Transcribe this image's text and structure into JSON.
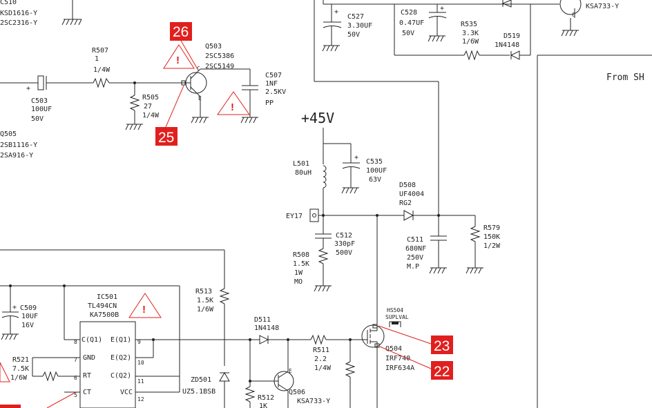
{
  "labels": {
    "from_sh": "From SH",
    "ksd1616": "KSD1616-Y",
    "sc2316": "2SC2316-Y",
    "c510": "C510",
    "q505": "Q505",
    "sb1116": "2SB1116-Y",
    "ta916": "2SA916-Y",
    "c503": [
      "C503",
      "100UF",
      "50V"
    ],
    "r507": [
      "R507",
      "1",
      "1/4W"
    ],
    "r505": [
      "R505",
      "27",
      "1/4W"
    ],
    "q503": [
      "Q503",
      "2SC5386",
      "2SC5149"
    ],
    "c507": [
      "C507",
      "1NF",
      "2.5KV",
      "PP"
    ],
    "c527": [
      "C527",
      "3.30UF",
      "50V"
    ],
    "c528": [
      "C528",
      "0.47UF",
      "50V"
    ],
    "r535": [
      "R535",
      "3.3K",
      "1/6W"
    ],
    "d519": [
      "D519",
      "1N4148"
    ],
    "ksa733_top": "KSA733-Y",
    "plus45": "+45V",
    "l501": [
      "L501",
      "80uH"
    ],
    "c535": [
      "C535",
      "100UF",
      "63V"
    ],
    "d508": [
      "D508",
      "UF4004",
      "RG2"
    ],
    "ey17": "EY17",
    "c512": [
      "C512",
      "330pF",
      "500V"
    ],
    "c511": [
      "C511",
      "680NF",
      "250V",
      "M.P"
    ],
    "r579": [
      "R579",
      "150K",
      "1/2W"
    ],
    "r508": [
      "R508",
      "1.5K",
      "1W",
      "MO"
    ],
    "c509": [
      "C509",
      "10UF",
      "16V"
    ],
    "ic501": [
      "IC501",
      "TL494CN",
      "KA7500B"
    ],
    "r513": [
      "R513",
      "1.5K",
      "1/6W"
    ],
    "d511": [
      "D511",
      "1N4148"
    ],
    "r511": [
      "R511",
      "2.2",
      "1/4W"
    ],
    "r521": [
      "R521",
      "7.5K",
      "1/6W"
    ],
    "zd501": [
      "ZD501",
      "UZ5.1BSB"
    ],
    "r512": [
      "R512",
      "1K"
    ],
    "q506": [
      "Q506",
      "KSA733-Y"
    ],
    "q504": [
      "Q504",
      "IRF740",
      "IRF634A"
    ],
    "hs": [
      "HS504",
      "SUPLVAL"
    ],
    "ic_pins": {
      "c_q1": "C(Q1)",
      "e_q1": "E(Q1)",
      "gnd": "GND",
      "e_q2": "E(Q2)",
      "rt": "RT",
      "c_q2": "C(Q2)",
      "ct": "CT",
      "vcc": "VCC",
      "p8": "8",
      "p9": "9",
      "p7": "7",
      "p10": "10",
      "p6": "6",
      "p11": "11",
      "p5": "5",
      "p12": "12"
    }
  },
  "callouts": {
    "c26": "26",
    "c25": "25",
    "c23": "23",
    "c22": "22"
  },
  "colors": {
    "callout": "#e0201e",
    "wire": "#222222"
  }
}
